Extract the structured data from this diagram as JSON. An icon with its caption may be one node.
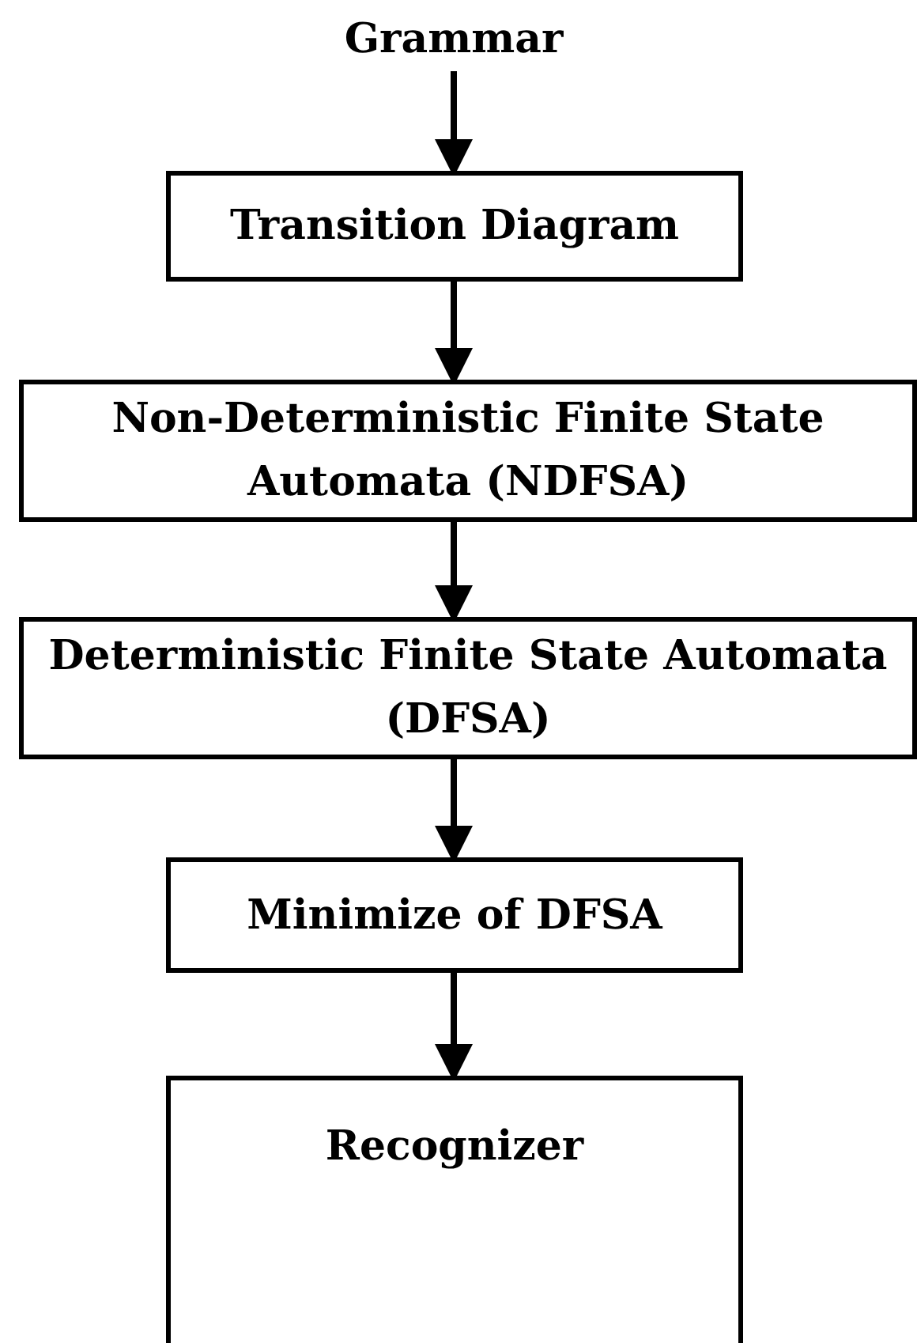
{
  "diagram": {
    "nodes": [
      {
        "text": [
          "Grammar"
        ]
      },
      {
        "text": [
          "Transition Diagram"
        ]
      },
      {
        "text": [
          "Non-Deterministic Finite State Automata (NDFSA)"
        ]
      },
      {
        "text": [
          "Deterministic Finite State Automata (DFSA)"
        ]
      },
      {
        "text": [
          "Minimize of DFSA"
        ]
      },
      {
        "text": [
          "Recognizer"
        ]
      }
    ],
    "edges": [
      {
        "from": 0,
        "to": 1,
        "arrow": "to"
      },
      {
        "from": 1,
        "to": 2,
        "arrow": "to"
      },
      {
        "from": 2,
        "to": 3,
        "arrow": "to"
      },
      {
        "from": 3,
        "to": 4,
        "arrow": "to"
      },
      {
        "from": 4,
        "to": 5,
        "arrow": "to"
      }
    ]
  }
}
